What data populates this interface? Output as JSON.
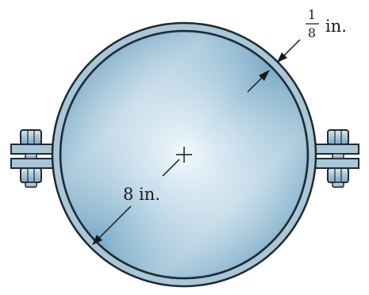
{
  "diagram": {
    "diameter_label": "8 in.",
    "thickness_numerator": "1",
    "thickness_denominator": "8",
    "thickness_unit": "in."
  },
  "colors": {
    "band_fill": "#a9c7d7",
    "band_stroke": "#1e2a33",
    "disc_light": "#eef7fc",
    "disc_dark": "#5f97b8",
    "bolt_fill": "#b7d0de",
    "line": "#1a1a1a"
  }
}
